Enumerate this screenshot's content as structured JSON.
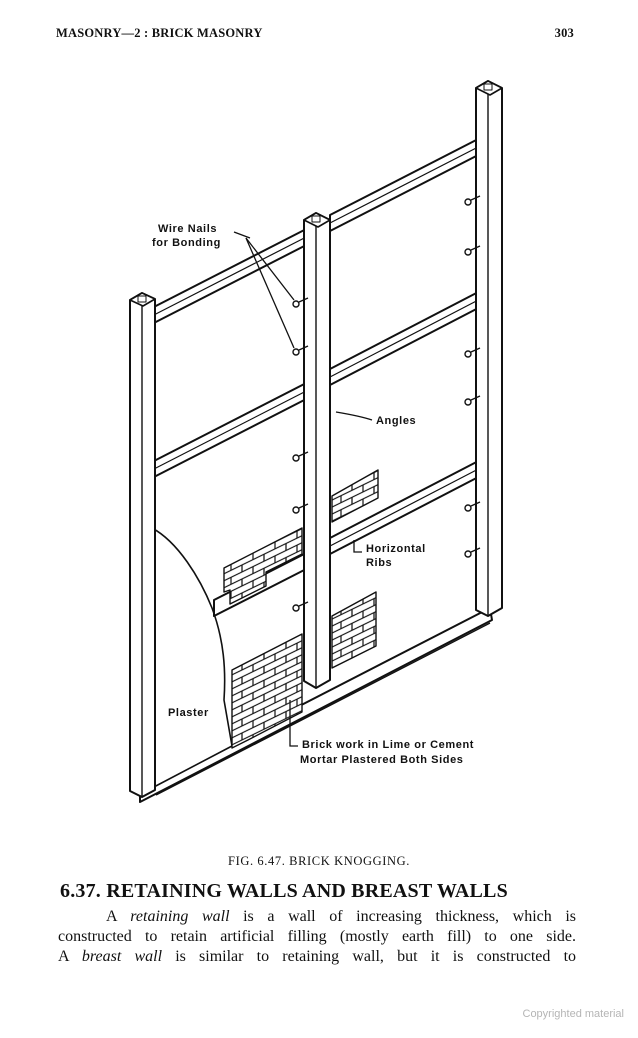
{
  "running_head": {
    "title": "MASONRY—2 : BRICK MASONRY",
    "page_number": "303"
  },
  "figure": {
    "labels": {
      "wire_nails_1": "Wire Nails",
      "wire_nails_2": "for Bonding",
      "angles": "Angles",
      "horizontal_ribs_1": "Horizontal",
      "horizontal_ribs_2": "Ribs",
      "plaster": "Plaster",
      "brick_work_1": "Brick work in Lime or Cement",
      "brick_work_2": "Mortar Plastered Both Sides"
    },
    "caption": "FIG. 6.47. BRICK KNOGGING."
  },
  "section": {
    "heading": "6.37. RETAINING WALLS AND BREAST WALLS",
    "paragraph": {
      "l1_a": "A ",
      "l1_term": "retaining wall",
      "l1_b": " is a wall of increasing thickness, which is",
      "l2": "constructed to retain artificial filling (mostly earth fill) to one side.",
      "l3_a": "A ",
      "l3_term": "breast wall",
      "l3_b": " is similar to retaining wall, but it is constructed to"
    }
  },
  "watermark": "Copyrighted material"
}
